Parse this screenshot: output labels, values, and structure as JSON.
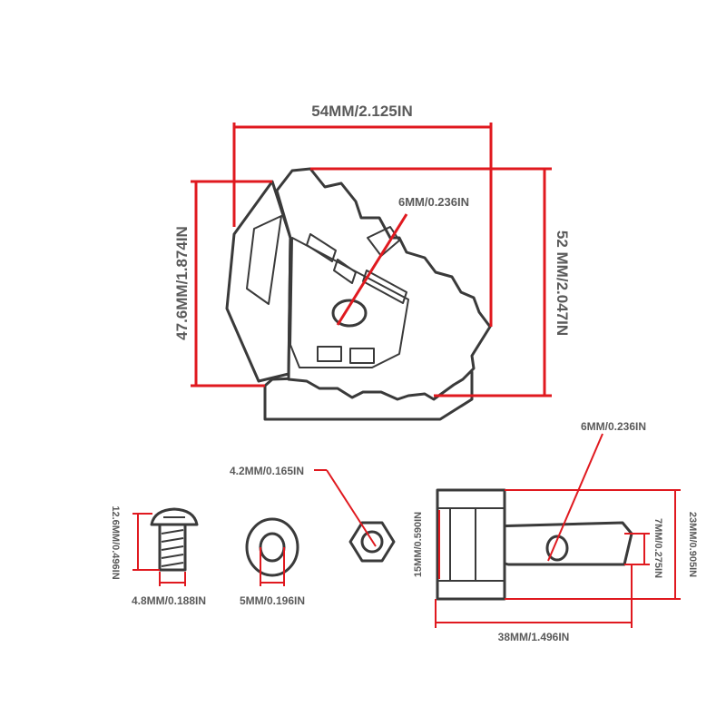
{
  "diagram": {
    "accent_color": "#e0191f",
    "outline_color": "#3a3a3a",
    "label_color": "#5a5a5a",
    "labels": {
      "top_width": "54MM/2.125IN",
      "left_height": "47.6MM/1.874IN",
      "right_height": "52 MM/2.047IN",
      "main_hole": "6MM/0.236IN",
      "bolt_height": "12.6MM/0.496IN",
      "bolt_width": "4.8MM/0.188IN",
      "washer_hole": "5MM/0.196IN",
      "nut_size": "4.2MM/0.165IN",
      "bracket_hole": "6MM/0.236IN",
      "bracket_inner_height": "15MM/0.590IN",
      "bracket_tab_height": "7MM/0.275IN",
      "bracket_total_height": "23MM/0.905IN",
      "bracket_length": "38MM/1.496IN"
    }
  }
}
